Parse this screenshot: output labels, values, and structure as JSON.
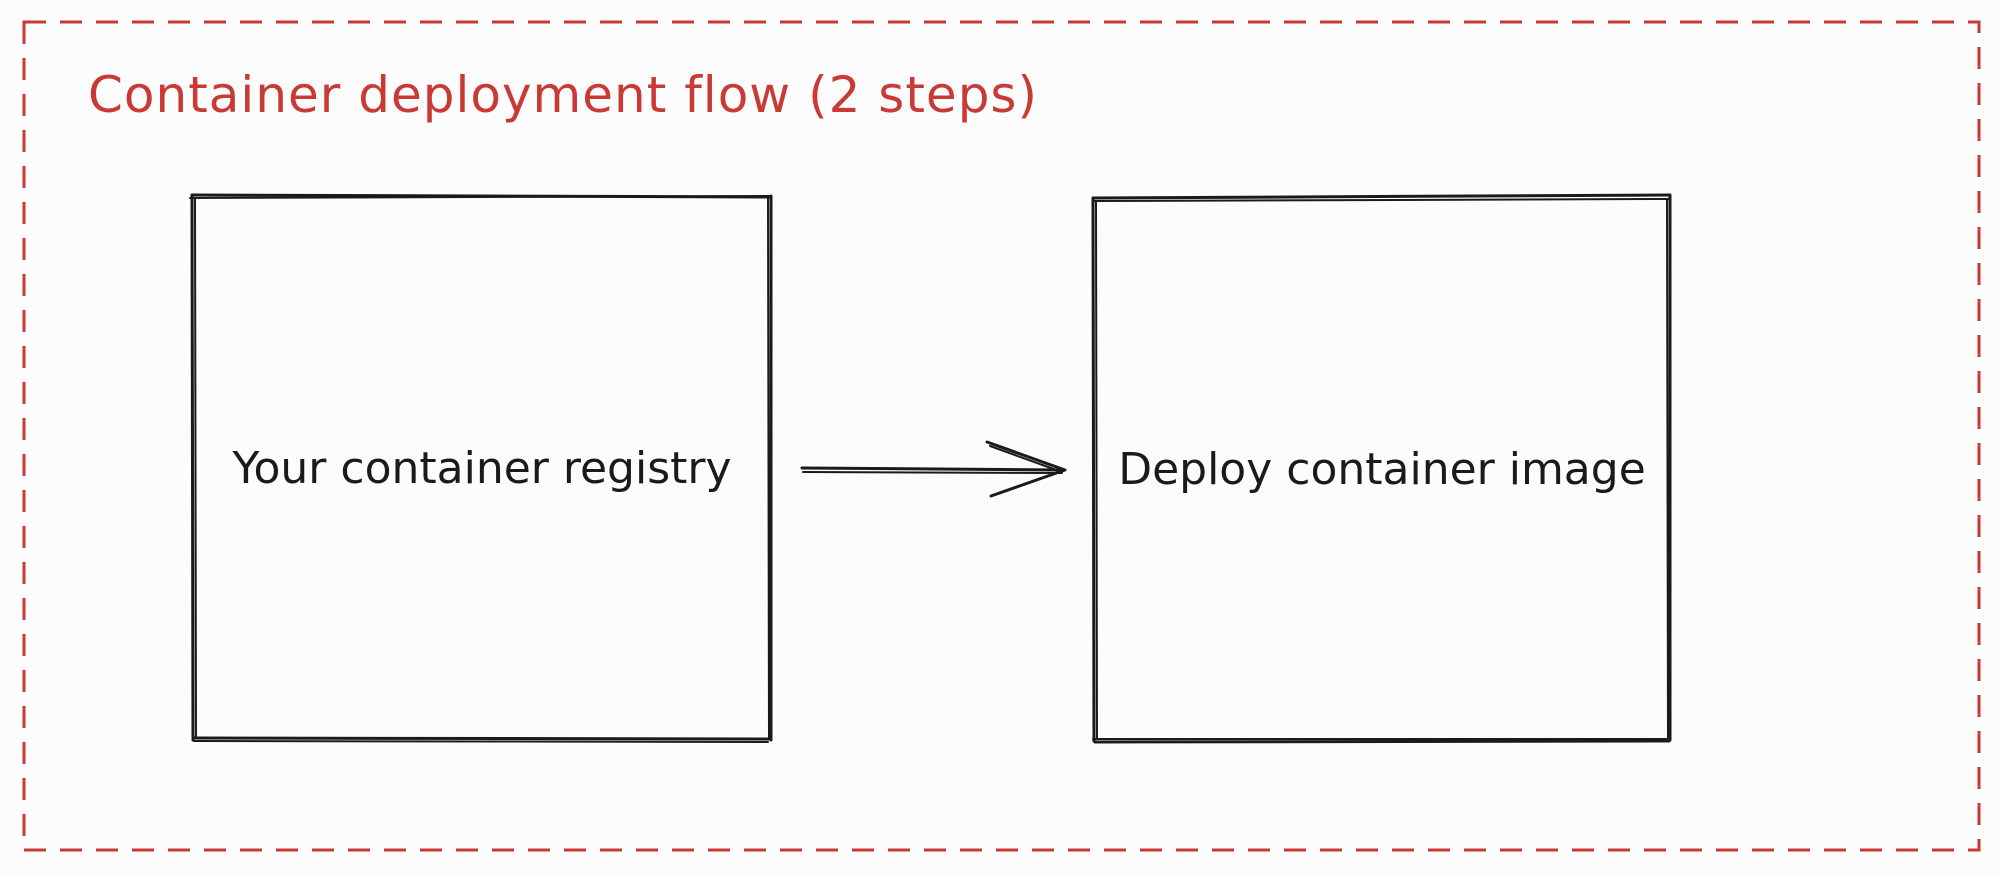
{
  "frame": {
    "title": "Container deployment flow (2 steps)"
  },
  "nodes": [
    {
      "label": "Your container registry"
    },
    {
      "label": "Deploy container image"
    }
  ],
  "colors": {
    "frame": "#c93a34",
    "stroke": "#1a1a1a",
    "background": "#fcfcfd"
  }
}
